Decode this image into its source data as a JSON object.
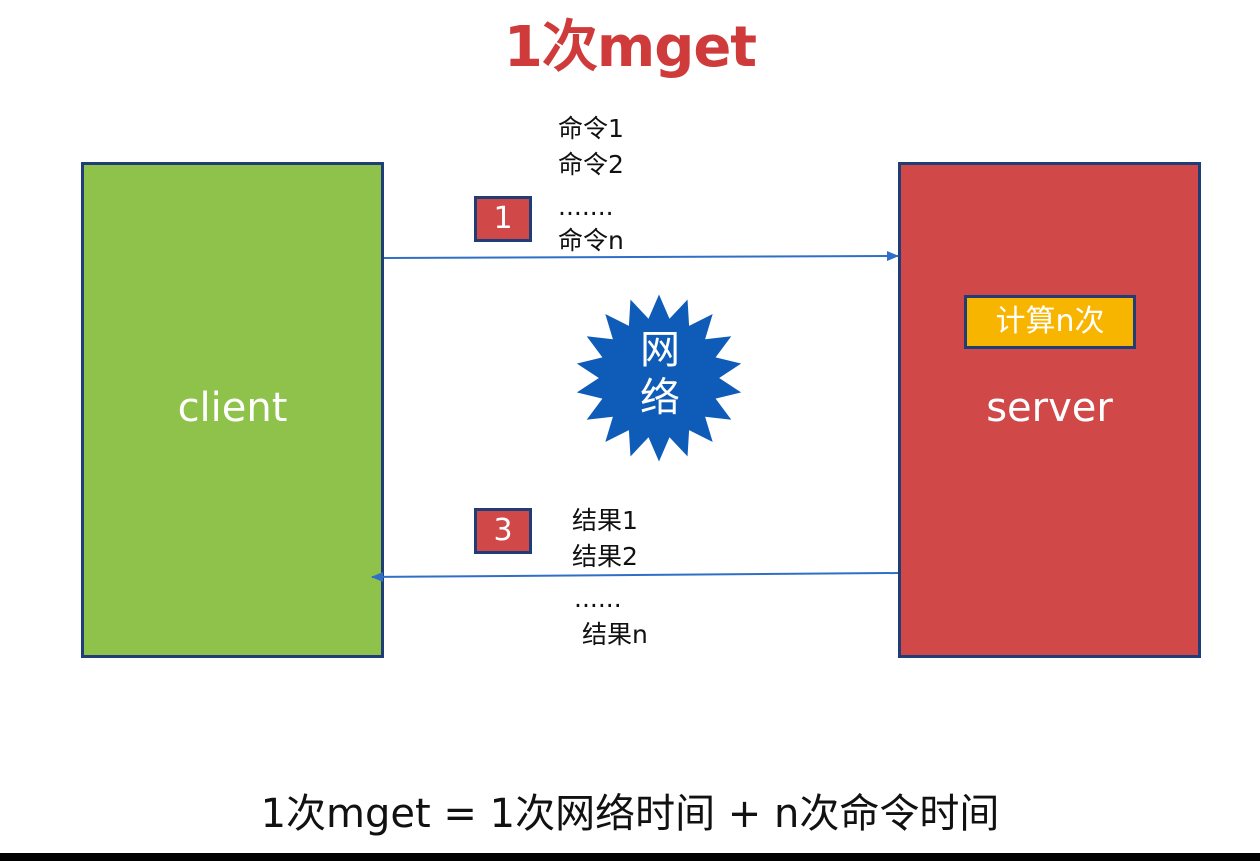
{
  "title": "1次mget",
  "client": {
    "label": "client"
  },
  "server": {
    "label": "server",
    "compute_label": "计算n次"
  },
  "network": {
    "line1": "网",
    "line2": "络"
  },
  "steps": {
    "step1": "1",
    "step3": "3"
  },
  "commands": [
    "命令1",
    "命令2",
    ".......",
    "命令n"
  ],
  "results": [
    "结果1",
    "结果2",
    "......",
    "结果n"
  ],
  "formula": "1次mget = 1次网络时间 + n次命令时间",
  "colors": {
    "title": "#cf3b3b",
    "client": "#8fc24a",
    "server": "#d04848",
    "network": "#0f5cb8",
    "compute_badge": "#f7b500",
    "arrow": "#2f6fc7"
  }
}
